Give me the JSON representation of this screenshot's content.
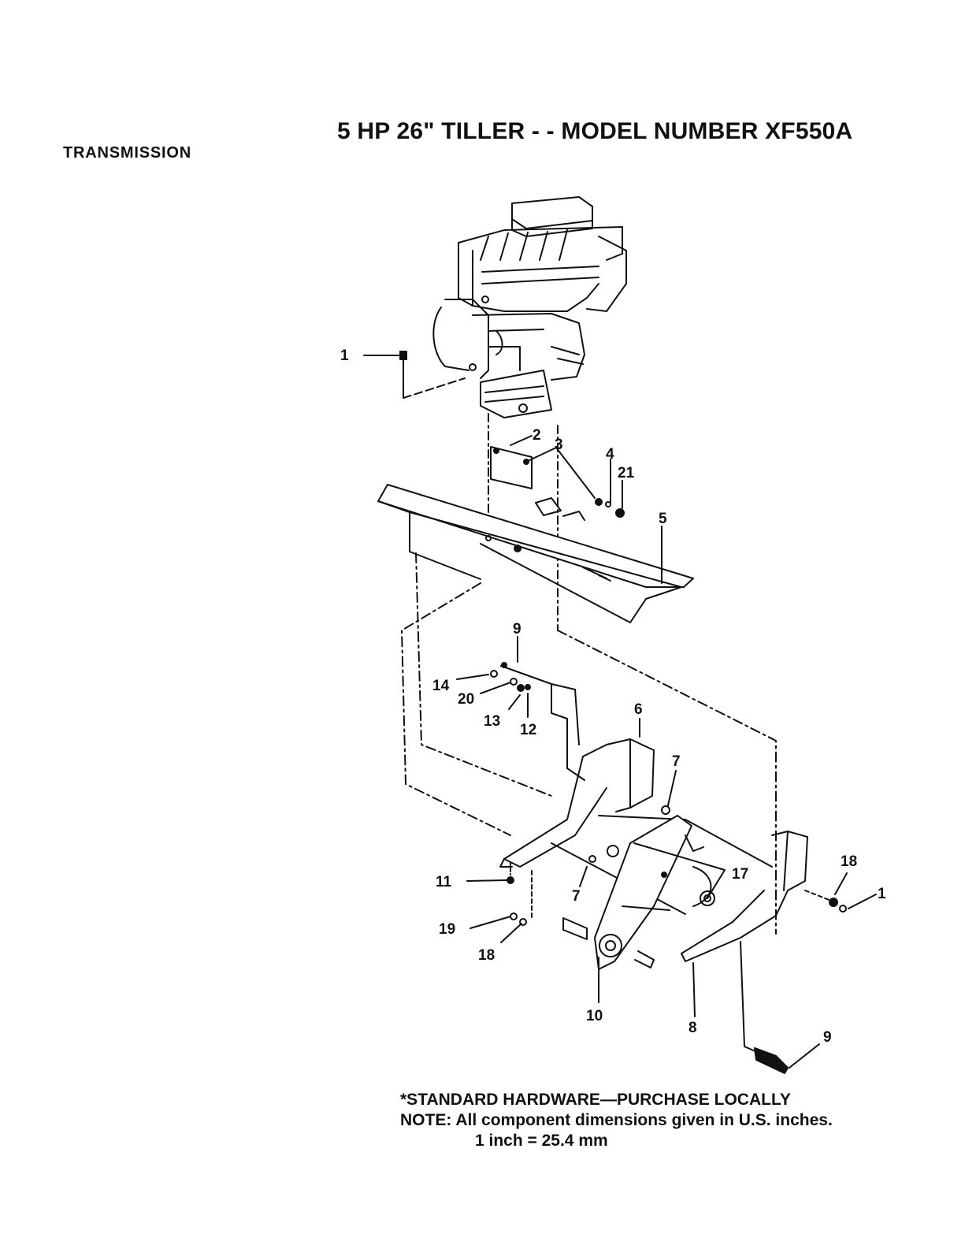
{
  "header": {
    "title": "5 HP  26\" TILLER - - MODEL NUMBER XF550A",
    "section": "TRANSMISSION"
  },
  "callouts": [
    {
      "id": "c1a",
      "label": "1"
    },
    {
      "id": "c2",
      "label": "2"
    },
    {
      "id": "c3",
      "label": "3"
    },
    {
      "id": "c4",
      "label": "4"
    },
    {
      "id": "c21",
      "label": "21"
    },
    {
      "id": "c5",
      "label": "5"
    },
    {
      "id": "c9a",
      "label": "9"
    },
    {
      "id": "c14",
      "label": "14"
    },
    {
      "id": "c20",
      "label": "20"
    },
    {
      "id": "c13",
      "label": "13"
    },
    {
      "id": "c12",
      "label": "12"
    },
    {
      "id": "c6",
      "label": "6"
    },
    {
      "id": "c7a",
      "label": "7"
    },
    {
      "id": "c18a",
      "label": "18"
    },
    {
      "id": "c1b",
      "label": "1"
    },
    {
      "id": "c17",
      "label": "17"
    },
    {
      "id": "c11",
      "label": "11"
    },
    {
      "id": "c7b",
      "label": "7"
    },
    {
      "id": "c19",
      "label": "19"
    },
    {
      "id": "c18b",
      "label": "18"
    },
    {
      "id": "c10",
      "label": "10"
    },
    {
      "id": "c8",
      "label": "8"
    },
    {
      "id": "c9b",
      "label": "9"
    }
  ],
  "notes": {
    "standard_hardware": "*STANDARD HARDWARE—PURCHASE LOCALLY",
    "dimension_note": "NOTE:  All component dimensions given in U.S. inches.",
    "conversion": "1 inch = 25.4 mm"
  },
  "colors": {
    "ink": "#111111",
    "paper": "#ffffff"
  }
}
